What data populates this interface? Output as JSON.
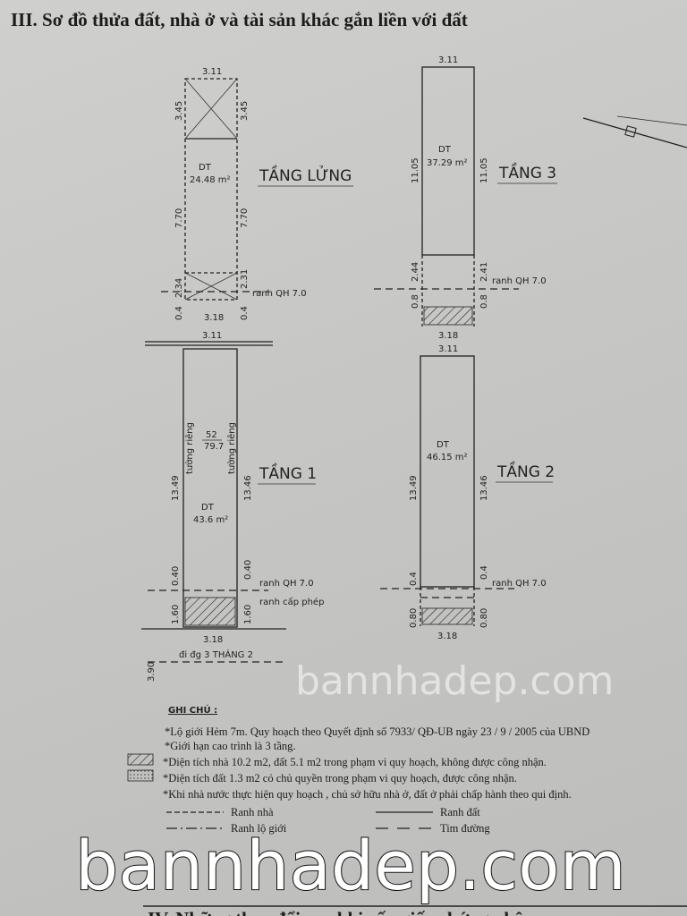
{
  "title": "III. Sơ đồ thửa đất, nhà ở và tài sản khác gắn liền với đất",
  "floors": {
    "lung": {
      "name": "TẦNG LỬNG",
      "width_top": "3.11",
      "width_bottom": "3.18",
      "top_len": "3.45",
      "mid_len": "7.70",
      "low_left": "2.34",
      "low_right": "2.31",
      "gap": "0.4",
      "area_label": "DT",
      "area": "24.48 m²",
      "boundary": "ranh QH 7.0"
    },
    "t3": {
      "name": "TẦNG 3",
      "width_top": "3.11",
      "width_bottom": "3.18",
      "len": "11.05",
      "low_left": "2.44",
      "low_right": "2.41",
      "gap": "0.8",
      "area_label": "DT",
      "area": "37.29 m²",
      "boundary": "ranh QH 7.0"
    },
    "t1": {
      "name": "TẦNG 1",
      "width_top": "3.11",
      "width_bottom": "3.18",
      "len_left": "13.49",
      "len_right": "13.46",
      "wall_left": "tường riêng",
      "wall_right": "tường riêng",
      "parcel_top": "52",
      "parcel_bottom": "79.7",
      "gap": "0.40",
      "front": "1.60",
      "road_gap": "3.90",
      "area_label": "DT",
      "area": "43.6 m²",
      "boundary": "ranh QH 7.0",
      "permit": "ranh cấp phép",
      "road": "đi đg 3 THÁNG 2"
    },
    "t2": {
      "name": "TẦNG 2",
      "width_top": "3.11",
      "width_bottom": "3.18",
      "len_left": "13.49",
      "len_right": "13.46",
      "gap": "0.4",
      "front": "0.80",
      "area_label": "DT",
      "area": "46.15 m²",
      "boundary": "ranh QH 7.0"
    }
  },
  "notes": {
    "heading": "GHI CHÚ :",
    "lines": [
      "*Lộ giới Hẻm 7m. Quy hoạch theo Quyết định số 7933/ QĐ-UB ngày 23 / 9 / 2005 của UBND",
      "*Giới hạn cao trình là 3 tầng.",
      "*Diện tích nhà 10.2 m2, đất 5.1 m2 trong phạm vi quy hoạch, không được công nhận.",
      "*Diện tích đất 1.3 m2 có chủ quyền trong phạm vi quy hoạch, được công nhận.",
      "*Khi nhà nước thực hiện quy hoạch , chủ sở hữu nhà ở, đất ở phải chấp hành theo qui định."
    ],
    "legend": [
      "Ranh nhà",
      "Ranh đất",
      "Ranh lộ giới",
      "Tim đường"
    ]
  },
  "next_section": "IV. Những thay đổi sau khi cấp giấy chứng nhận",
  "watermark": "bannhadep.com"
}
